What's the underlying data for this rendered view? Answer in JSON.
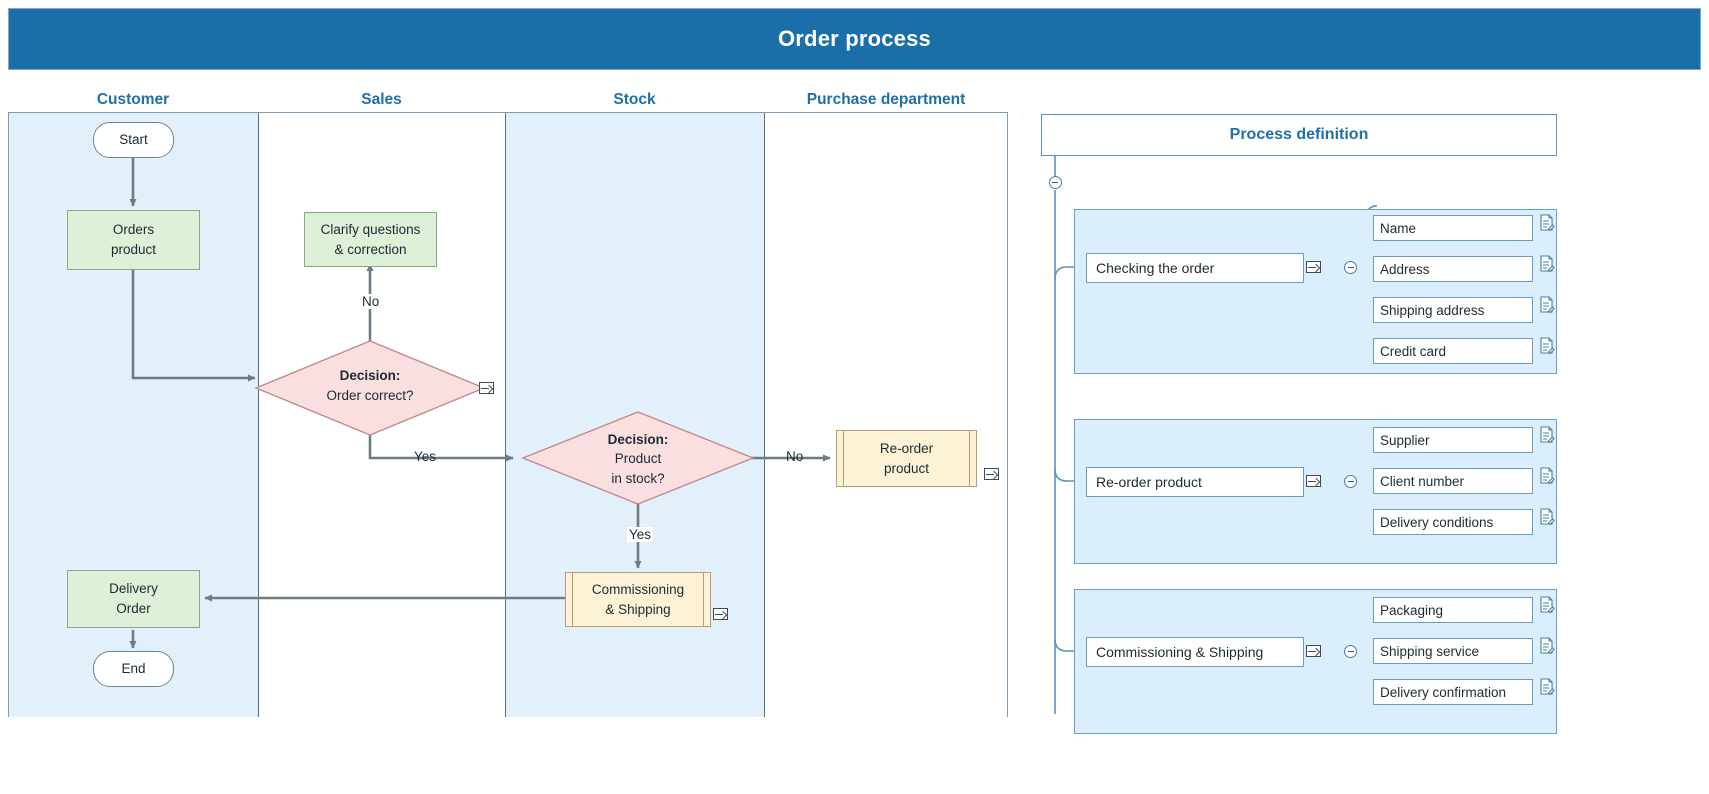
{
  "header": {
    "title": "Order process",
    "bar_color": "#1a6fa8"
  },
  "swimlanes": [
    {
      "label": "Customer",
      "shaded": true
    },
    {
      "label": "Sales",
      "shaded": false
    },
    {
      "label": "Stock",
      "shaded": true
    },
    {
      "label": "Purchase department",
      "shaded": false
    }
  ],
  "flowchart": {
    "nodes": {
      "start": {
        "label": "Start",
        "type": "terminator",
        "lane": "Customer"
      },
      "orders": {
        "label": "Orders\nproduct",
        "type": "process",
        "lane": "Customer"
      },
      "clarify": {
        "label": "Clarify questions\n& correction",
        "type": "process",
        "lane": "Sales"
      },
      "decision1": {
        "label": "Decision:",
        "sub": "Order correct?",
        "type": "decision",
        "lane": "Sales"
      },
      "decision2": {
        "label": "Decision:",
        "sub": "Product\nin stock?",
        "type": "decision",
        "lane": "Stock"
      },
      "reorder": {
        "label": "Re-order\nproduct",
        "type": "subprocess",
        "lane": "Purchase department"
      },
      "commissioning": {
        "label": "Commissioning\n& Shipping",
        "type": "subprocess",
        "lane": "Stock"
      },
      "delivery": {
        "label": "Delivery\nOrder",
        "type": "process",
        "lane": "Customer"
      },
      "end": {
        "label": "End",
        "type": "terminator",
        "lane": "Customer"
      }
    },
    "node_text": {
      "start": "Start",
      "orders_line1": "Orders",
      "orders_line2": "product",
      "clarify_line1": "Clarify questions",
      "clarify_line2": "& correction",
      "decision1_title": "Decision:",
      "decision1_question": "Order correct?",
      "decision2_title": "Decision:",
      "decision2_question_line1": "Product",
      "decision2_question_line2": "in stock?",
      "reorder_line1": "Re-order",
      "reorder_line2": "product",
      "commissioning_line1": "Commissioning",
      "commissioning_line2": "& Shipping",
      "delivery_line1": "Delivery",
      "delivery_line2": "Order",
      "end": "End"
    },
    "edge_labels": {
      "decision1_no": "No",
      "decision1_yes": "Yes",
      "decision2_no": "No",
      "decision2_yes": "Yes"
    },
    "colors": {
      "process_fill": "#ddf0d8",
      "decision_fill": "#fadfe0",
      "decision_stroke": "#c08a8e",
      "subprocess_fill": "#fdf1d6",
      "terminator_fill": "#ffffff",
      "connector": "#6c7c85",
      "lane_shaded": "#e2f0fb"
    }
  },
  "tree": {
    "title": "Process definition",
    "groups": [
      {
        "parent": "Checking the order",
        "leaves": [
          "Name",
          "Address",
          "Shipping address",
          "Credit card"
        ]
      },
      {
        "parent": "Re-order product",
        "leaves": [
          "Supplier",
          "Client number",
          "Delivery conditions"
        ]
      },
      {
        "parent": "Commissioning & Shipping",
        "leaves": [
          "Packaging",
          "Shipping service",
          "Delivery confirmation"
        ]
      }
    ],
    "icons": {
      "hyperlink": "hyperlink-icon",
      "note": "note-icon",
      "collapse": "collapse-icon"
    }
  }
}
